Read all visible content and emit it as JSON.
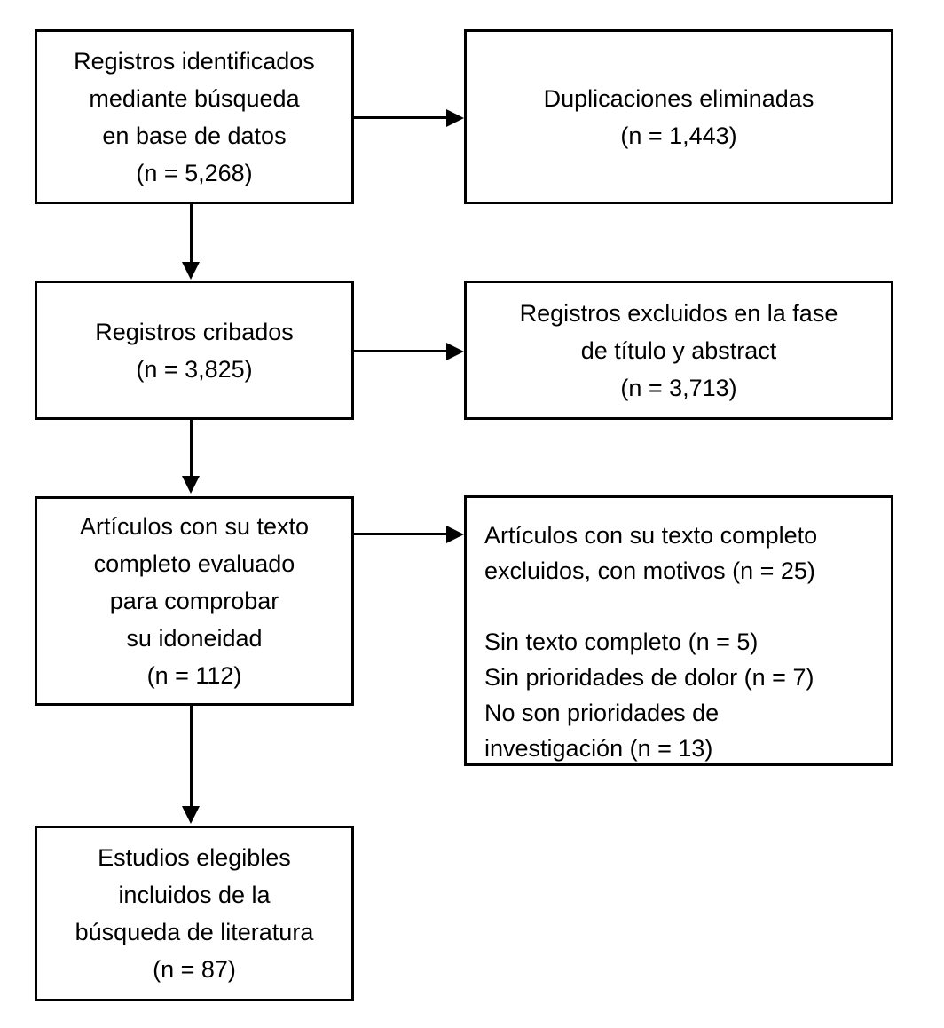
{
  "diagram": {
    "type": "prisma-flowchart",
    "language": "es",
    "colors": {
      "border": "#000000",
      "background": "#ffffff",
      "text": "#000000"
    },
    "counts": {
      "identified": "5,268",
      "duplicates_removed": "1,443",
      "screened": "3,825",
      "excluded_title_abstract": "3,713",
      "fulltext_assessed": "112",
      "fulltext_excluded": "25",
      "no_fulltext": "5",
      "no_pain_priorities": "7",
      "not_research_priorities": "13",
      "included": "87"
    },
    "boxes": {
      "identified": {
        "lines": [
          "Registros identificados",
          "mediante búsqueda",
          "en base de datos",
          "(n = 5,268)"
        ]
      },
      "duplicates": {
        "lines": [
          "Duplicaciones eliminadas",
          "(n = 1,443)"
        ]
      },
      "screened": {
        "lines": [
          "Registros cribados",
          "(n = 3,825)"
        ]
      },
      "excluded_title_abstract": {
        "lines": [
          "Registros excluidos en la fase",
          "de título y abstract",
          "(n = 3,713)"
        ]
      },
      "fulltext_assessed": {
        "lines": [
          "Artículos con su texto",
          "completo evaluado",
          "para comprobar",
          "su idoneidad",
          "(n = 112)"
        ]
      },
      "fulltext_excluded": {
        "lines": [
          "Artículos con su texto completo",
          "excluidos, con motivos (n = 25)",
          "",
          "Sin texto completo (n = 5)",
          "Sin prioridades de dolor (n = 7)",
          "No son prioridades de",
          "investigación (n = 13)"
        ]
      },
      "included": {
        "lines": [
          "Estudios elegibles",
          "incluidos de la",
          "búsqueda de literatura",
          "(n = 87)"
        ]
      }
    }
  }
}
